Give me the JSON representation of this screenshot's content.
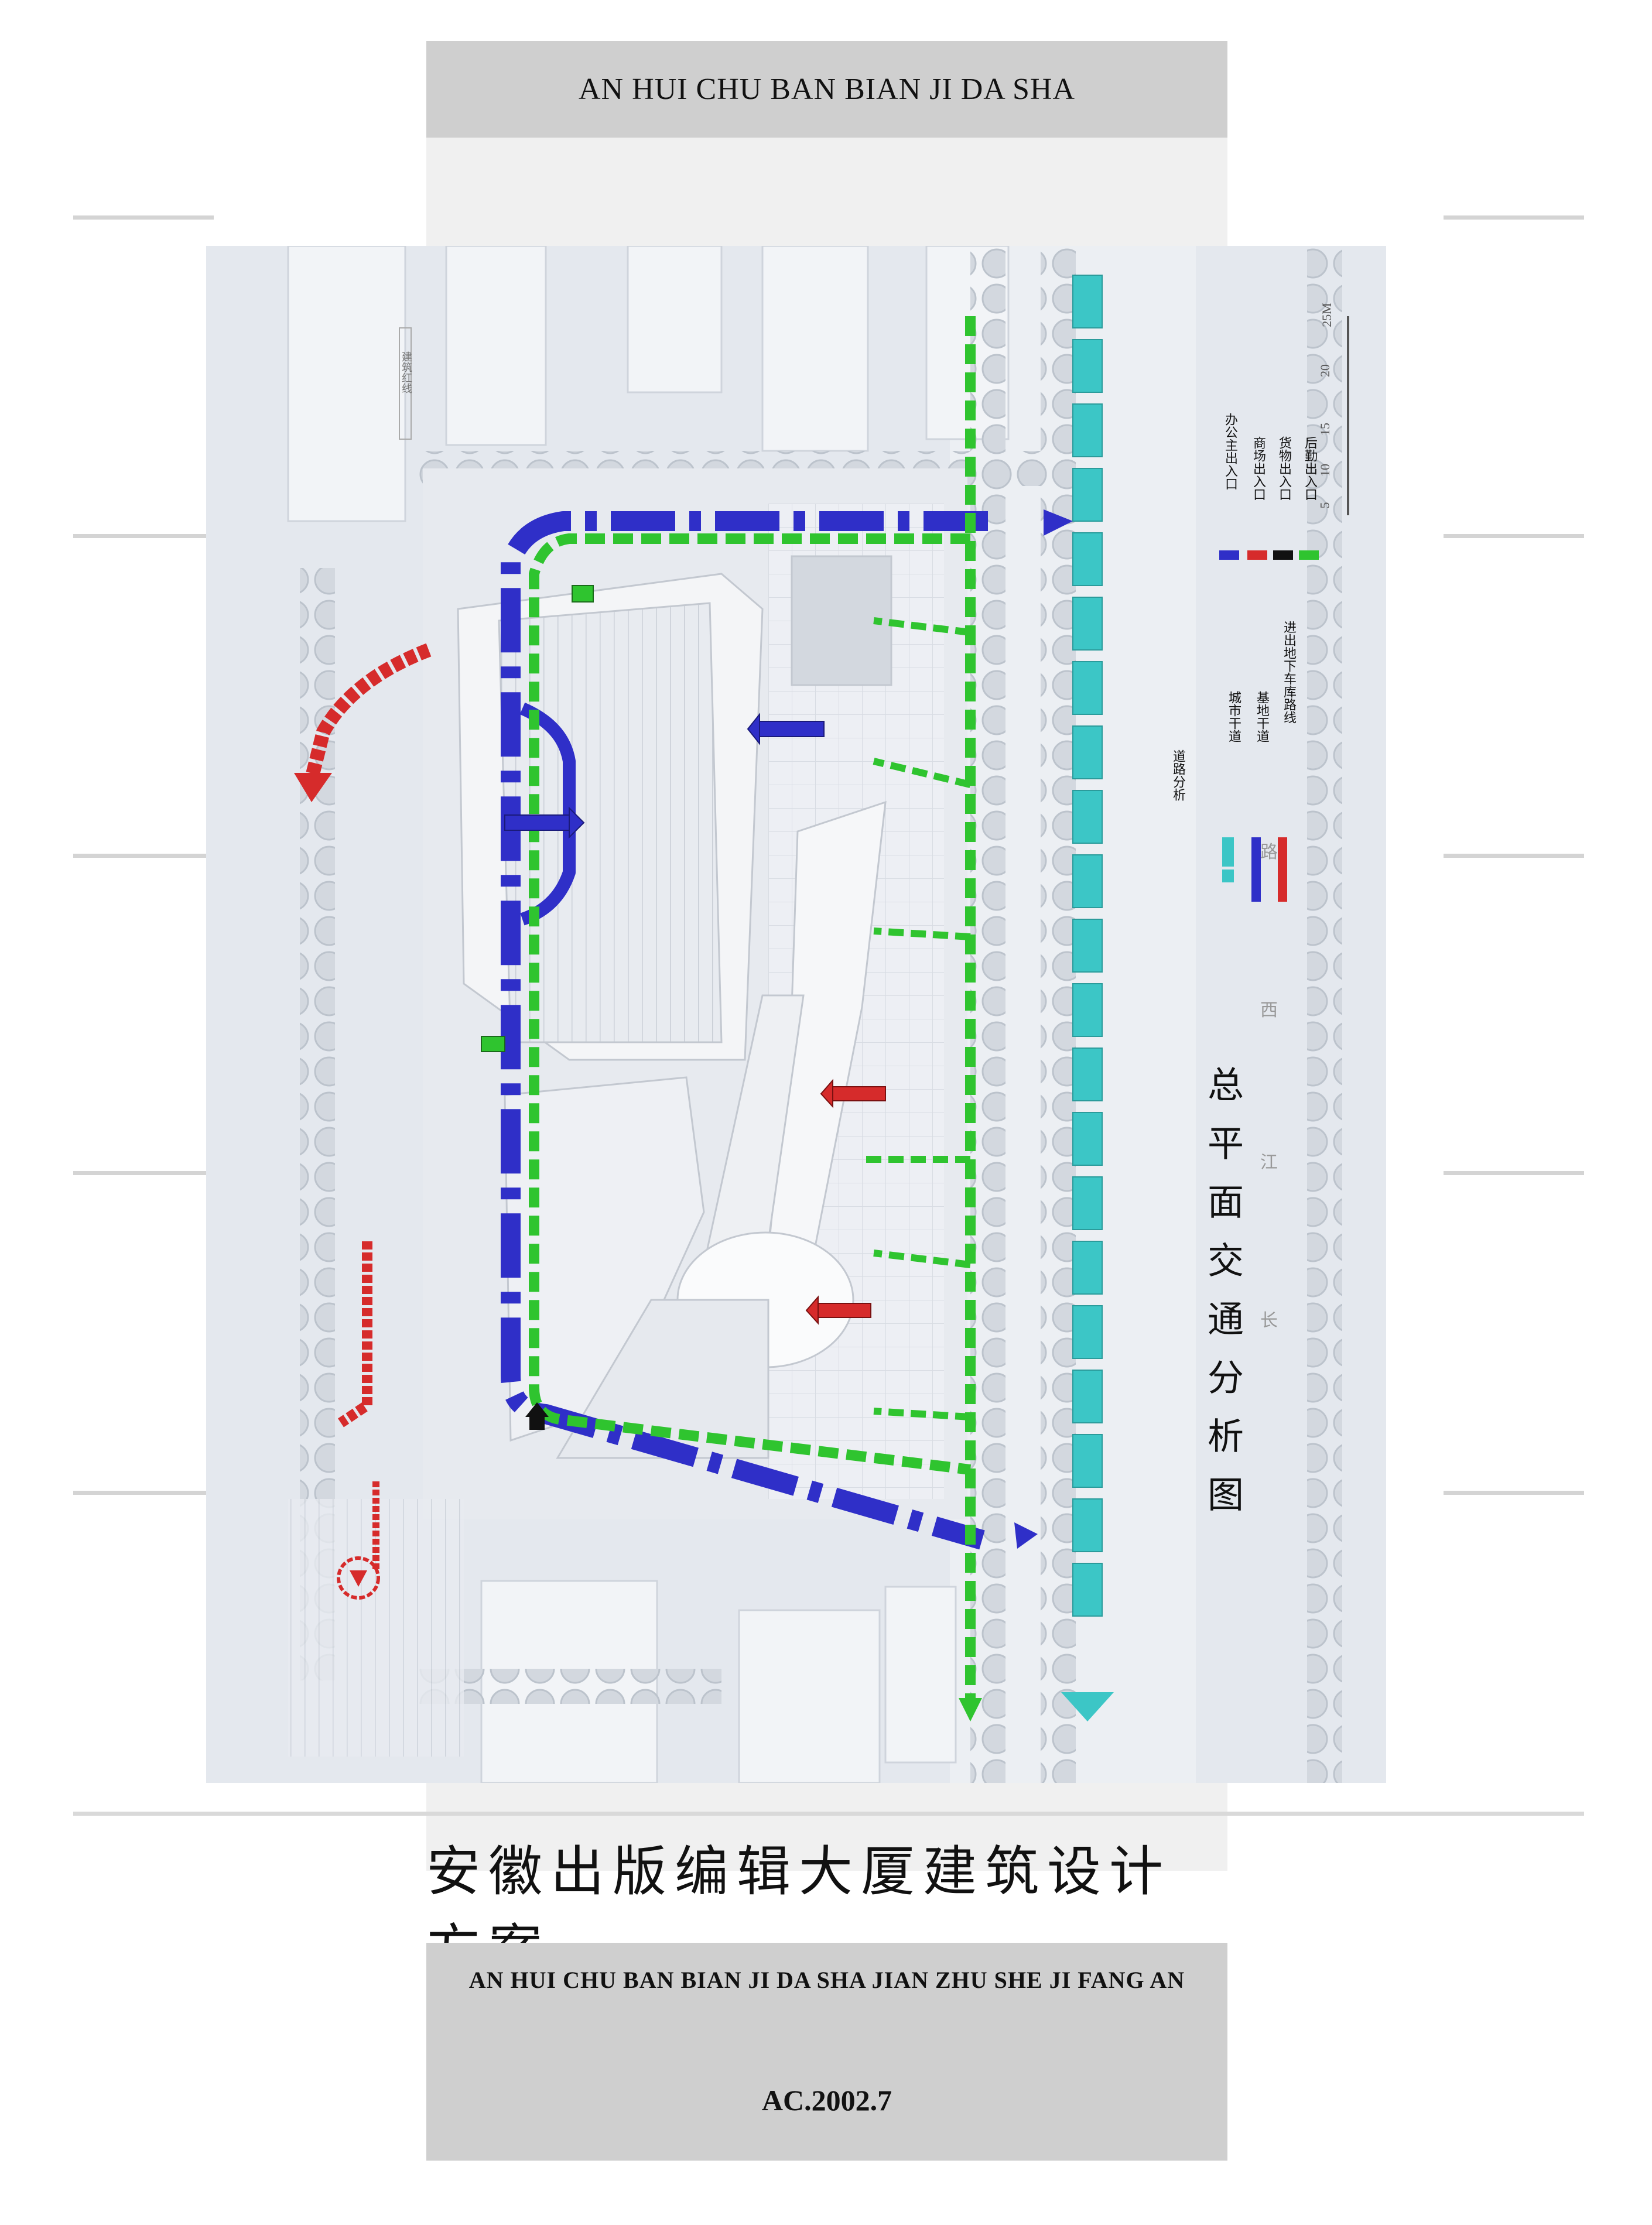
{
  "header": {
    "title": "AN HUI CHU BAN BIAN JI DA SHA"
  },
  "plan": {
    "main_title": "总平面交通分析图",
    "road_label_chars": [
      "西",
      "江",
      "长",
      "路"
    ],
    "construction_line_label": "建筑红线",
    "legend_entries": {
      "section_title": "道路分析",
      "city_road": "城市干道",
      "site_road": "基地干道",
      "underground_parking": "进出地下车库路线",
      "office_entry": "办公主出入口",
      "mall_entry": "商场出入口",
      "cargo_entry": "货物出入口",
      "logistics_entry": "后勤出入口"
    },
    "scale_bar": {
      "ticks": [
        "5",
        "10",
        "15",
        "20",
        "25M"
      ]
    }
  },
  "footer": {
    "title_cn": "安徽出版编辑大厦建筑设计方案",
    "title_en": "AN HUI CHU BAN BIAN JI DA SHA JIAN ZHU SHE JI FANG AN",
    "date": "AC.2002.7"
  },
  "colors": {
    "city_road": "#3cc6c6",
    "site_road": "#2f2fc8",
    "underground": "#d62b2b",
    "pedestrian": "#2fc42f",
    "cargo": "#111111",
    "band": "#cfcfcf",
    "panel": "#f0f0f0"
  }
}
